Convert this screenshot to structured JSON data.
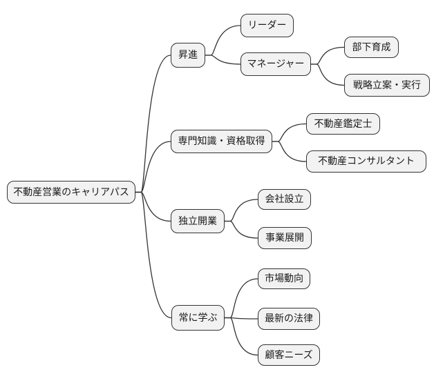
{
  "mindmap": {
    "root": {
      "label": "不動産営業のキャリアパス",
      "children": [
        {
          "label": "昇進",
          "children": [
            {
              "label": "リーダー",
              "children": []
            },
            {
              "label": "マネージャー",
              "children": [
                {
                  "label": "部下育成",
                  "children": []
                },
                {
                  "label": "戦略立案・実行",
                  "children": []
                }
              ]
            }
          ]
        },
        {
          "label": "専門知識・資格取得",
          "children": [
            {
              "label": "不動産鑑定士",
              "children": []
            },
            {
              "label": "不動産コンサルタント",
              "children": []
            }
          ]
        },
        {
          "label": "独立開業",
          "children": [
            {
              "label": "会社設立",
              "children": []
            },
            {
              "label": "事業展開",
              "children": []
            }
          ]
        },
        {
          "label": "常に学ぶ",
          "children": [
            {
              "label": "市場動向",
              "children": []
            },
            {
              "label": "最新の法律",
              "children": []
            },
            {
              "label": "顧客ニーズ",
              "children": []
            }
          ]
        }
      ]
    },
    "colors": {
      "background": "#ffffff",
      "node_fill": "#f2f2f2",
      "node_border": "#333333",
      "edge": "#333333",
      "text": "#1a1a1a"
    }
  }
}
